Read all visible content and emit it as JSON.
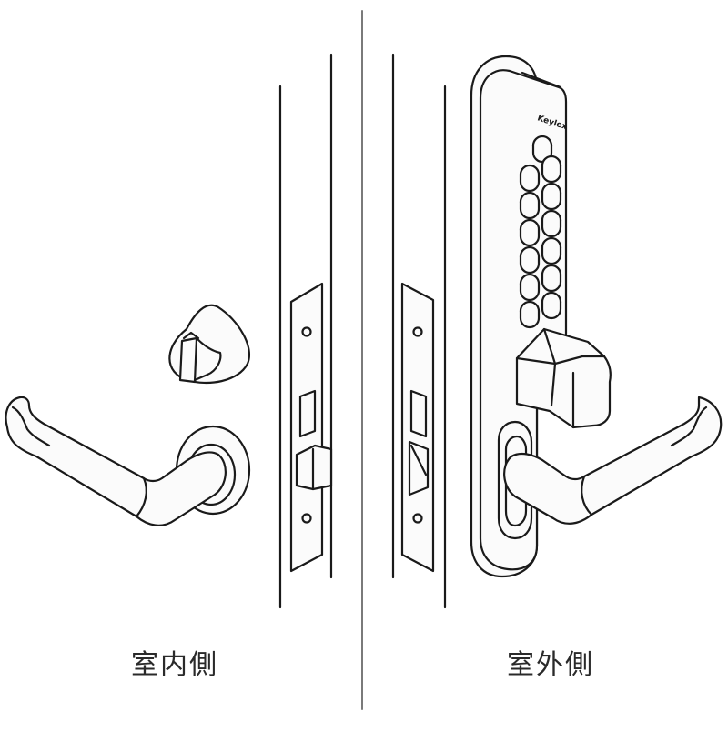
{
  "captions": {
    "indoor": "室内側",
    "outdoor": "室外側"
  },
  "brand_mark": "Keylex",
  "colors": {
    "line": "#1a1a1a",
    "divider": "#7a7a7a",
    "fill_light": "#fbfbfb",
    "caption": "#2a2a2a"
  }
}
